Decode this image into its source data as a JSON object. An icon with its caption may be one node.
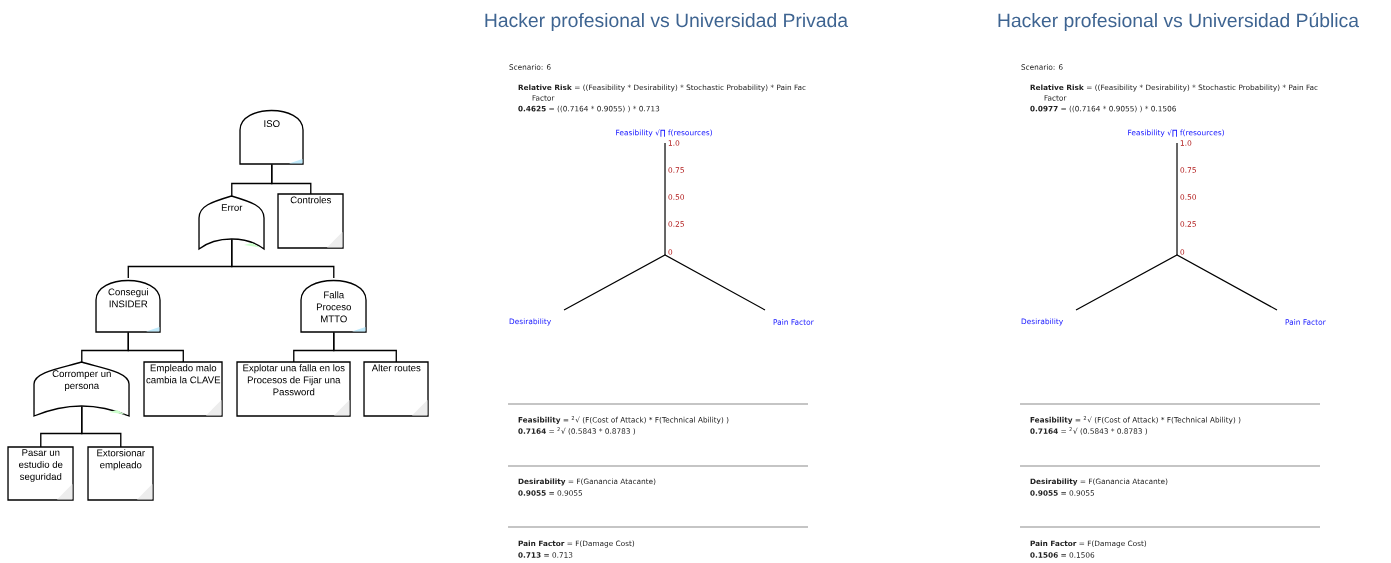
{
  "diagram": {
    "nodes": [
      {
        "text": [
          "ISO"
        ]
      },
      {
        "text": [
          "Error"
        ]
      },
      {
        "text": [
          "Controles"
        ]
      },
      {
        "text": [
          "Consegui INSIDER"
        ]
      },
      {
        "text": [
          "Falla Proceso MTTO"
        ]
      },
      {
        "text": [
          "Corromper un persona"
        ]
      },
      {
        "text": [
          "Empleado malo cambia la CLAVE"
        ]
      },
      {
        "text": [
          "Explotar una falla en los Procesos de Fijar una Password"
        ]
      },
      {
        "text": [
          "Alter routes"
        ]
      },
      {
        "text": [
          "Pasar un estudio de seguridad"
        ]
      },
      {
        "text": [
          "Extorsionar empleado"
        ]
      }
    ],
    "edges": [
      {
        "from": 0,
        "to": 1,
        "arrow": "none"
      },
      {
        "from": 0,
        "to": 2,
        "arrow": "none"
      },
      {
        "from": 1,
        "to": 3,
        "arrow": "none"
      },
      {
        "from": 1,
        "to": 4,
        "arrow": "none"
      },
      {
        "from": 3,
        "to": 5,
        "arrow": "none"
      },
      {
        "from": 3,
        "to": 6,
        "arrow": "none"
      },
      {
        "from": 4,
        "to": 7,
        "arrow": "none"
      },
      {
        "from": 4,
        "to": 8,
        "arrow": "none"
      },
      {
        "from": 5,
        "to": 9,
        "arrow": "none"
      },
      {
        "from": 5,
        "to": 10,
        "arrow": "none"
      }
    ],
    "labels": [
      "Hacker profesional vs Universidad Privada",
      "Scenario: 6",
      "**Relative Risk** = ((Feasibility * Desirability) * Stochastic Probability) * Pain Fac",
      "Factor",
      "**0.4625** = ((0.7164 * 0.9055) ) * 0.713",
      "Feasibility √∏ f(resources)",
      "1.0",
      "0.75",
      "0.50",
      "0.25",
      "0",
      "Desirability",
      "Pain Factor",
      "**Feasibility** = $^{2}$√ (F(Cost of Attack) * F(Technical Ability) )",
      "**0.7164** = $^{2}$√ (0.5843 * 0.8783 )",
      "**Desirability** = F(Ganancia Atacante)",
      "**0.9055** = 0.9055",
      "**Pain Factor** = F(Damage Cost)",
      "**0.713** = 0.713",
      "Hacker profesional vs Universidad Pública",
      "Scenario: 6",
      "**Relative Risk** = ((Feasibility * Desirability) * Stochastic Probability) * Pain Fac",
      "Factor",
      "**0.0977** = ((0.7164 * 0.9055) ) * 0.1506",
      "Feasibility √∏ f(resources)",
      "1.0",
      "0.75",
      "0.50",
      "0.25",
      "0",
      "Desirability",
      "Pain Factor",
      "**Feasibility** = $^{2}$√ (F(Cost of Attack) * F(Technical Ability) )",
      "**0.7164** = $^{2}$√ (0.5843 * 0.8783 )",
      "**Desirability** = F(Ganancia Atacante)",
      "**0.9055** = 0.9055",
      "**Pain Factor** = F(Damage Cost)",
      "**0.1506** = 0.1506"
    ]
  }
}
